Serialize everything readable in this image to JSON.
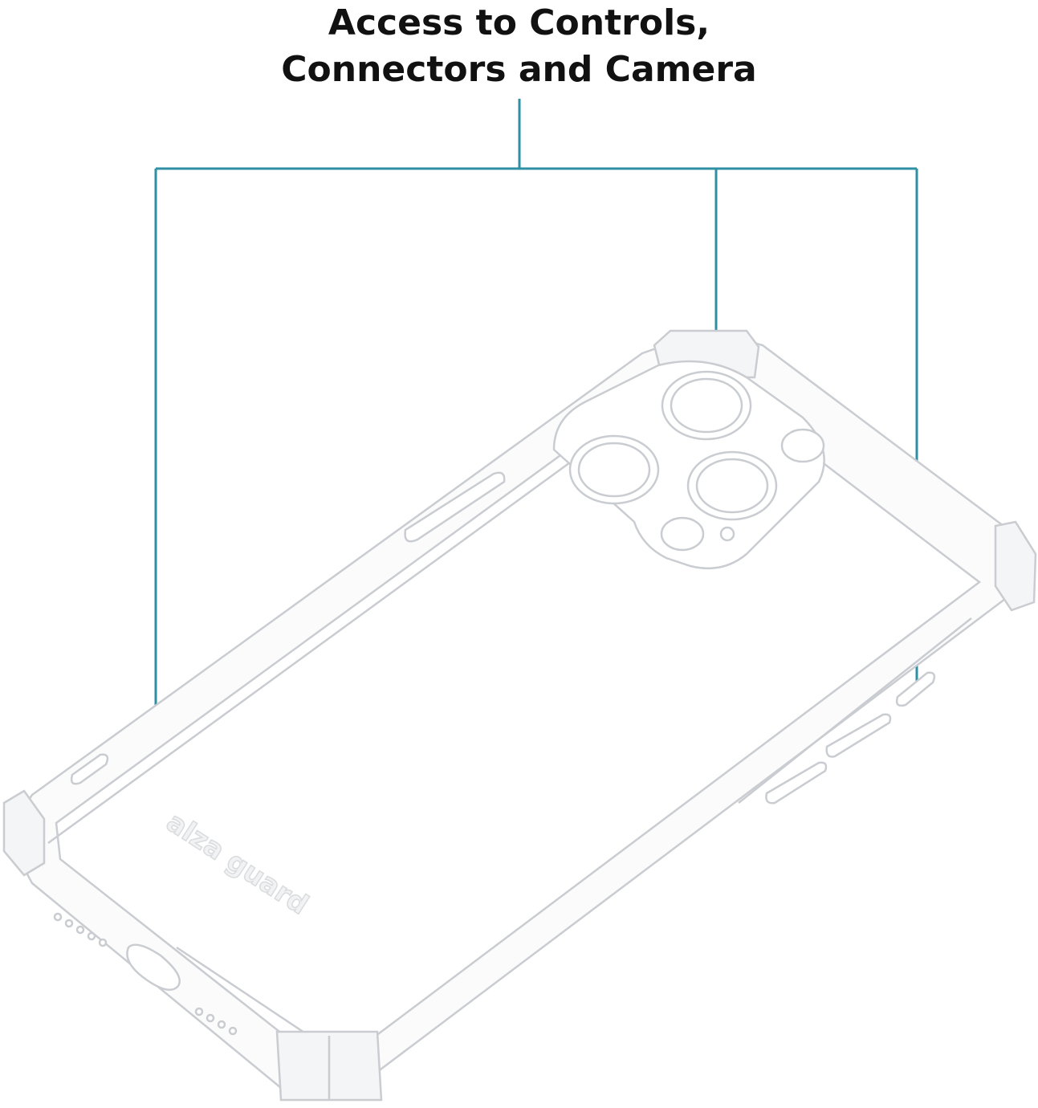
{
  "heading": {
    "line1": "Access to Controls,",
    "line2": "Connectors and Camera"
  },
  "brand_logo": {
    "kind": "embossed-logo",
    "text": "alza guard",
    "icon": "alza-shield-icon"
  },
  "colors": {
    "callout_line": "#2f8fa3",
    "case_outline": "#c9ccd0",
    "case_fill": "#fbfbfc",
    "text": "#111111"
  }
}
